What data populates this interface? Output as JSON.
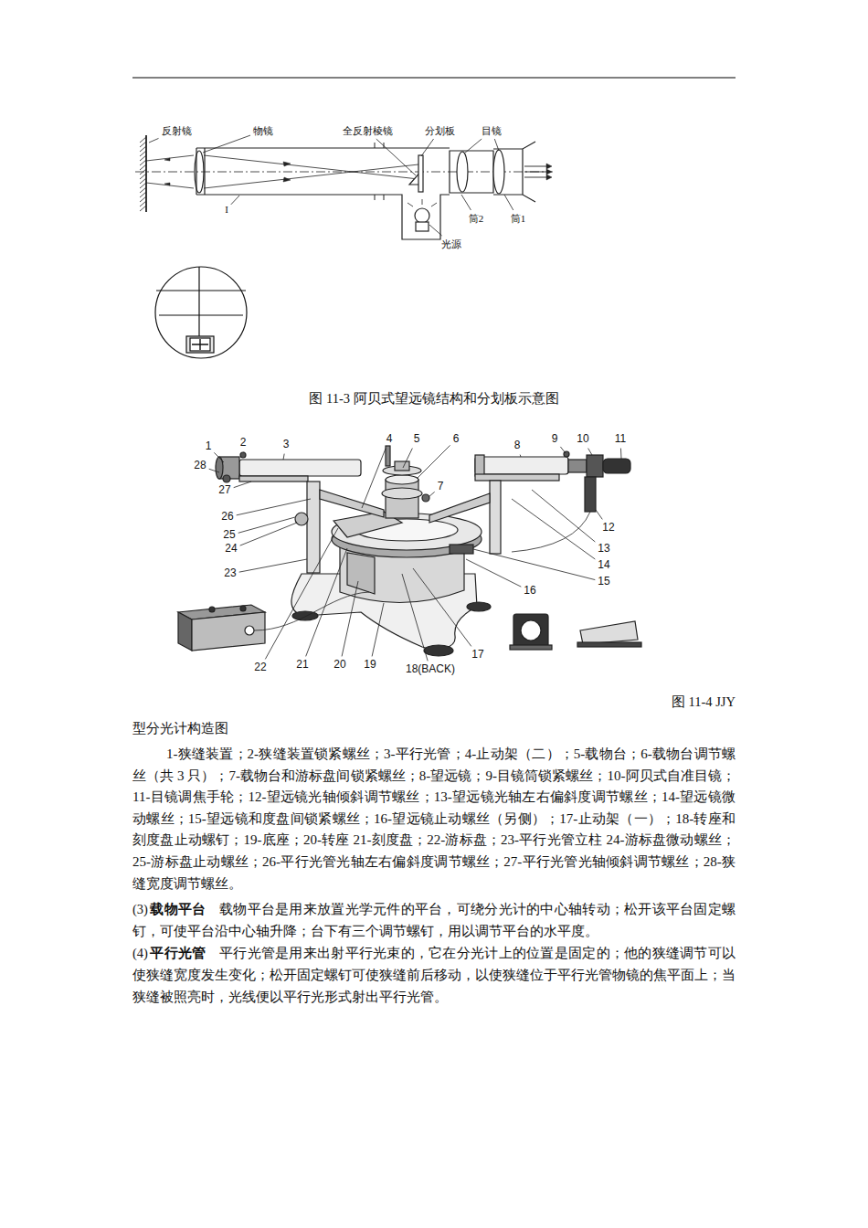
{
  "diagram": {
    "labels": [
      "反射镜",
      "物镜",
      "全反射棱镜",
      "分划板",
      "目镜",
      "I",
      "筒2",
      "筒1",
      "光源",
      "图 11-3 阿贝式望远镜结构和分划板示意图",
      "1",
      "2",
      "3",
      "4",
      "5",
      "6",
      "7",
      "8",
      "9",
      "10",
      "11",
      "12",
      "13",
      "14",
      "15",
      "16",
      "17",
      "18(BACK)",
      "19",
      "20",
      "21",
      "22",
      "23",
      "24",
      "25",
      "26",
      "27",
      "28",
      "图 11-4 JJY",
      "型分光计构造图",
      "1-狭缝装置；2-狭缝装置锁紧螺丝；3-平行光管；4-止动架（二）；5-载物台；6-载物台调节螺丝（共 3 只）；7-载物台和游标盘间锁紧螺丝；8-望远镜；9-目镜筒锁紧螺丝；10-阿贝式自准目镜；11-目镜调焦手轮；12-望远镜光轴倾斜调节螺丝；13-望远镜光轴左右偏斜度调节螺丝；14-望远镜微动螺丝；15-望远镜和度盘间锁紧螺丝；16-望远镜止动螺丝（另侧）；17-止动架（一）；18-转座和刻度盘止动螺钉；19-底座；20-转座 21-刻度盘；22-游标盘；23-平行光管立柱 24-游标盘微动螺丝；25-游标盘止动螺丝；26-平行光管光轴左右偏斜度调节螺丝；27-平行光管光轴倾斜调节螺丝；28-狭缝宽度调节螺丝。",
      "(3)",
      "载物平台",
      "载物平台是用来放置光学元件的平台，可绕分光计的中心轴转动；松开该平台固定螺钉，可使平台沿中心轴升降；台下有三个调节螺钉，用以调节平台的水平度。",
      "(4)",
      "平行光管",
      "平行光管是用来出射平行光束的，它在分光计上的位置是固定的；他的狭缝调节可以使狭缝宽度发生变化；松开固定螺钉可使狭缝前后移动，以使狭缝位于平行光管物镜的焦平面上；当狭缝被照亮时，光线便以平行光形式射出平行光管。"
    ]
  }
}
